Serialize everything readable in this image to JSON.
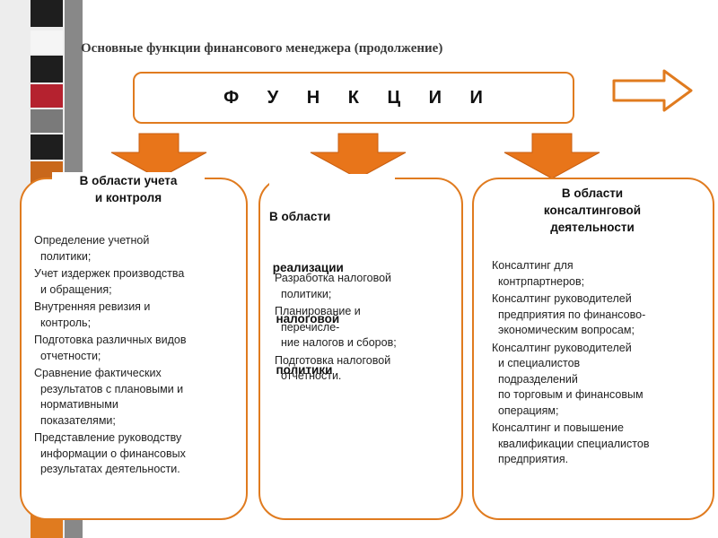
{
  "title": "Основные функции финансового менеджера (продолжение)",
  "functions_label": "Ф У Н К Ц И И",
  "colors": {
    "accent": "#e07b1f",
    "arrow_fill": "#e8751a",
    "stripe_squares": [
      "#1e1e1e",
      "#f5f5f5",
      "#1e1e1e",
      "#b5222f",
      "#7a7a7a",
      "#1e1e1e",
      "#c9681b",
      "#1e1e1e",
      "#e07b1f"
    ]
  },
  "columns": [
    {
      "heading": [
        "В области учета",
        "и контроля"
      ],
      "items": [
        [
          "Определение учетной",
          "  политики;"
        ],
        [
          "Учет издержек производства",
          "  и обращения;"
        ],
        [
          "Внутренняя ревизия и",
          "  контроль;"
        ],
        [
          "Подготовка различных видов",
          "  отчетности;"
        ],
        [
          "Сравнение фактических",
          "  результатов с плановыми и",
          "  нормативными",
          "  показателями;"
        ],
        [
          "Представление руководству",
          "  информации о финансовых",
          "  результатах деятельности."
        ]
      ]
    },
    {
      "heading": [
        "В области",
        " реализации",
        "  налоговой",
        "  политики"
      ],
      "items": [
        [
          "Разработка налоговой",
          "  политики;"
        ],
        [
          "Планирование и",
          "  перечисле-",
          "  ние налогов и сборов;"
        ],
        [
          "Подготовка налоговой",
          "  отчетности."
        ]
      ]
    },
    {
      "heading": [
        "В области",
        "консалтинговой",
        "деятельности"
      ],
      "items": [
        [
          "Консалтинг для",
          "  контрпартнеров;"
        ],
        [
          "Консалтинг руководителей",
          "  предприятия по финансово-",
          "  экономическим вопросам;"
        ],
        [
          "Консалтинг руководителей",
          "  и специалистов",
          "  подразделений",
          "  по торговым и финансовым",
          "  операциям;"
        ],
        [
          "Консалтинг и повышение",
          "  квалификации специалистов",
          "  предприятия."
        ]
      ]
    }
  ]
}
